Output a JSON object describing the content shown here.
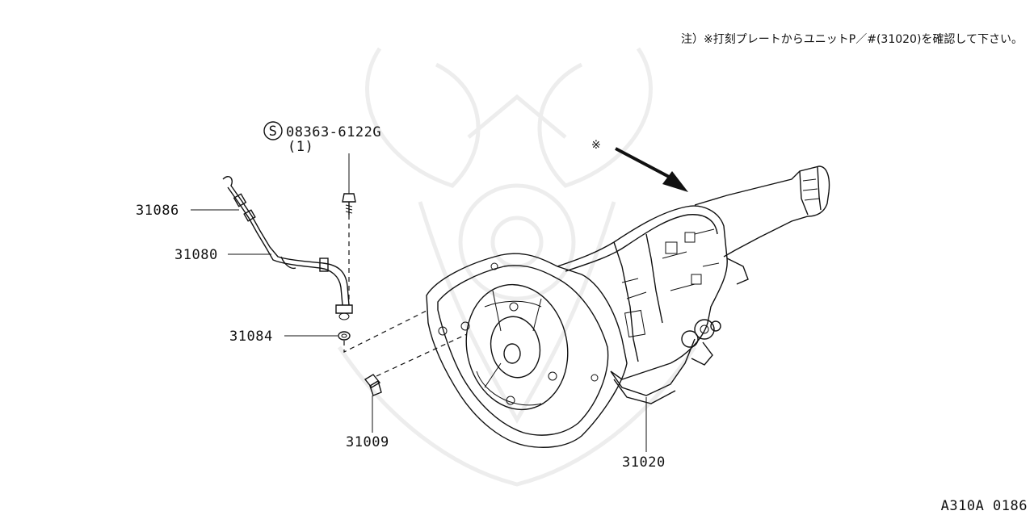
{
  "note": "注）※打刻プレートからユニットP／#(31020)を確認して下さい。",
  "asterisk_mark": "※",
  "parts": {
    "p31086": "31086",
    "p31080": "31080",
    "p31084": "31084",
    "p31009": "31009",
    "p31020": "31020"
  },
  "bolt": {
    "symbol": "S",
    "number": "08363-6122G",
    "qty": "(1)"
  },
  "diagram_code": "A310A 0186"
}
